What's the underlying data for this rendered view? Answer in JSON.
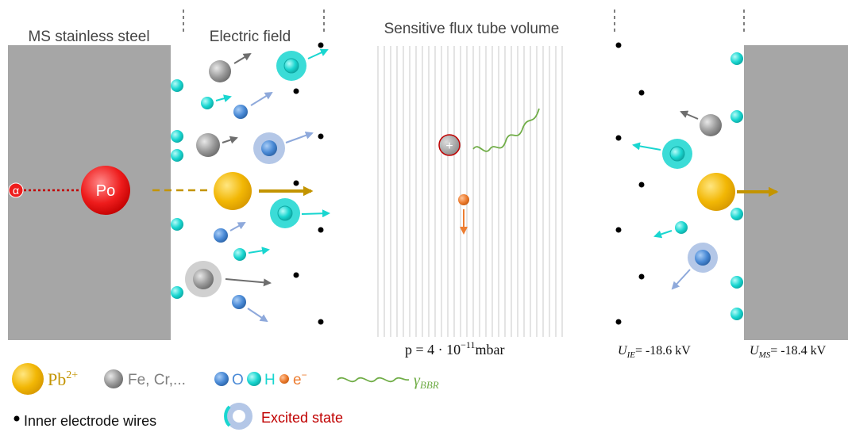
{
  "labels": {
    "ms_steel": "MS stainless steel",
    "electric_field": "Electric field",
    "flux_tube": "Sensitive flux tube volume",
    "po": "Po",
    "alpha": "α",
    "plus": "+",
    "pressure": "p = 4 · 10",
    "pressure_exp": "−11",
    "pressure_unit": "mbar",
    "u_ie_sym": "U",
    "u_ie_sub": "IE",
    "u_ie_val": "= -18.6 kV",
    "u_ms_sym": "U",
    "u_ms_sub": "MS",
    "u_ms_val": "= -18.4 kV"
  },
  "legend": {
    "pb": "Pb",
    "pb_sup": "2+",
    "fe": "Fe, Cr,...",
    "o": "O",
    "h": "H",
    "e": "e",
    "e_sup": "−",
    "gamma": "γ",
    "gamma_sub": "BBR",
    "wires": "Inner electrode wires",
    "excited": "Excited state"
  },
  "colors": {
    "steel": "#a6a6a6",
    "pb": "#f2b705",
    "po": "#ee1c1c",
    "fe": "#8c8c8c",
    "o": "#4a8ad6",
    "h": "#19d6d0",
    "electron": "#ed7d31",
    "photon": "#70ad47",
    "excited": "#b4c7e7",
    "arrow_pb": "#c39400"
  }
}
